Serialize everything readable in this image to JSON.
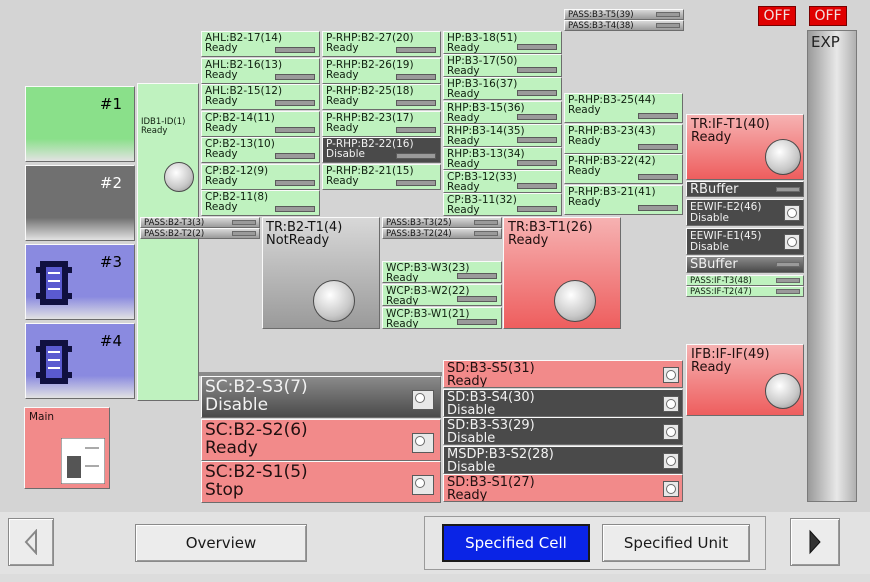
{
  "header": {
    "off_buttons": [
      "OFF",
      "OFF"
    ],
    "exp_label": "EXP",
    "pass_top": [
      "PASS:B3-T5(39)",
      "PASS:B3-T4(38)"
    ]
  },
  "left_column": {
    "ports": [
      {
        "label": "#1",
        "color": "#8ae08a"
      },
      {
        "label": "#2",
        "color": "#707070"
      },
      {
        "label": "#3",
        "color": "#8a8ae0"
      },
      {
        "label": "#4",
        "color": "#8a8ae0"
      }
    ],
    "main_label": "Main",
    "idb": {
      "name": "IDB1-ID(1)",
      "status": "Ready"
    },
    "pass_b2": [
      "PASS:B2-T3(3)",
      "PASS:B2-T2(2)"
    ]
  },
  "b2_cells": [
    {
      "name": "AHL:B2-17(14)",
      "status": "Ready"
    },
    {
      "name": "AHL:B2-16(13)",
      "status": "Ready"
    },
    {
      "name": "AHL:B2-15(12)",
      "status": "Ready"
    },
    {
      "name": "CP:B2-14(11)",
      "status": "Ready"
    },
    {
      "name": "CP:B2-13(10)",
      "status": "Ready"
    },
    {
      "name": "CP:B2-12(9)",
      "status": "Ready"
    },
    {
      "name": "CP:B2-11(8)",
      "status": "Ready"
    }
  ],
  "b2_rhp": [
    {
      "name": "P-RHP:B2-27(20)",
      "status": "Ready"
    },
    {
      "name": "P-RHP:B2-26(19)",
      "status": "Ready"
    },
    {
      "name": "P-RHP:B2-25(18)",
      "status": "Ready"
    },
    {
      "name": "P-RHP:B2-23(17)",
      "status": "Ready"
    },
    {
      "name": "P-RHP:B2-22(16)",
      "status": "Disable"
    },
    {
      "name": "P-RHP:B2-21(15)",
      "status": "Ready"
    }
  ],
  "b3_cells": [
    {
      "name": "HP:B3-18(51)",
      "status": "Ready"
    },
    {
      "name": "HP:B3-17(50)",
      "status": "Ready"
    },
    {
      "name": "HP:B3-16(37)",
      "status": "Ready"
    },
    {
      "name": "RHP:B3-15(36)",
      "status": "Ready"
    },
    {
      "name": "RHP:B3-14(35)",
      "status": "Ready"
    },
    {
      "name": "RHP:B3-13(34)",
      "status": "Ready"
    },
    {
      "name": "CP:B3-12(33)",
      "status": "Ready"
    },
    {
      "name": "CP:B3-11(32)",
      "status": "Ready"
    }
  ],
  "b3_rhp": [
    {
      "name": "P-RHP:B3-25(44)",
      "status": "Ready"
    },
    {
      "name": "P-RHP:B3-23(43)",
      "status": "Ready"
    },
    {
      "name": "P-RHP:B3-22(42)",
      "status": "Ready"
    },
    {
      "name": "P-RHP:B3-21(41)",
      "status": "Ready"
    }
  ],
  "transfer": {
    "tr_b2": {
      "name": "TR:B2-T1(4)",
      "status": "NotReady"
    },
    "tr_b3": {
      "name": "TR:B3-T1(26)",
      "status": "Ready"
    },
    "tr_if": {
      "name": "TR:IF-T1(40)",
      "status": "Ready"
    },
    "ifb": {
      "name": "IFB:IF-IF(49)",
      "status": "Ready"
    }
  },
  "pass_mid": [
    "PASS:B3-T3(25)",
    "PASS:B3-T2(24)"
  ],
  "wcp": [
    {
      "name": "WCP:B3-W3(23)",
      "status": "Ready"
    },
    {
      "name": "WCP:B3-W2(22)",
      "status": "Ready"
    },
    {
      "name": "WCP:B3-W1(21)",
      "status": "Ready"
    }
  ],
  "buffers": {
    "rbuffer": "RBuffer",
    "eew2": {
      "name": "EEWIF-E2(46)",
      "status": "Disable"
    },
    "eew1": {
      "name": "EEWIF-E1(45)",
      "status": "Disable"
    },
    "sbuffer": "SBuffer",
    "pass_if": [
      "PASS:IF-T3(48)",
      "PASS:IF-T2(47)"
    ]
  },
  "sc_cells": [
    {
      "name": "SC:B2-S3(7)",
      "status": "Disable"
    },
    {
      "name": "SC:B2-S2(6)",
      "status": "Ready"
    },
    {
      "name": "SC:B2-S1(5)",
      "status": "Stop"
    }
  ],
  "sd_cells": [
    {
      "name": "SD:B3-S5(31)",
      "status": "Ready"
    },
    {
      "name": "SD:B3-S4(30)",
      "status": "Disable"
    },
    {
      "name": "SD:B3-S3(29)",
      "status": "Disable"
    },
    {
      "name": "MSDP:B3-S2(28)",
      "status": "Disable"
    },
    {
      "name": "SD:B3-S1(27)",
      "status": "Ready"
    }
  ],
  "footer": {
    "overview": "Overview",
    "specified_cell": "Specified Cell",
    "specified_unit": "Specified Unit"
  }
}
